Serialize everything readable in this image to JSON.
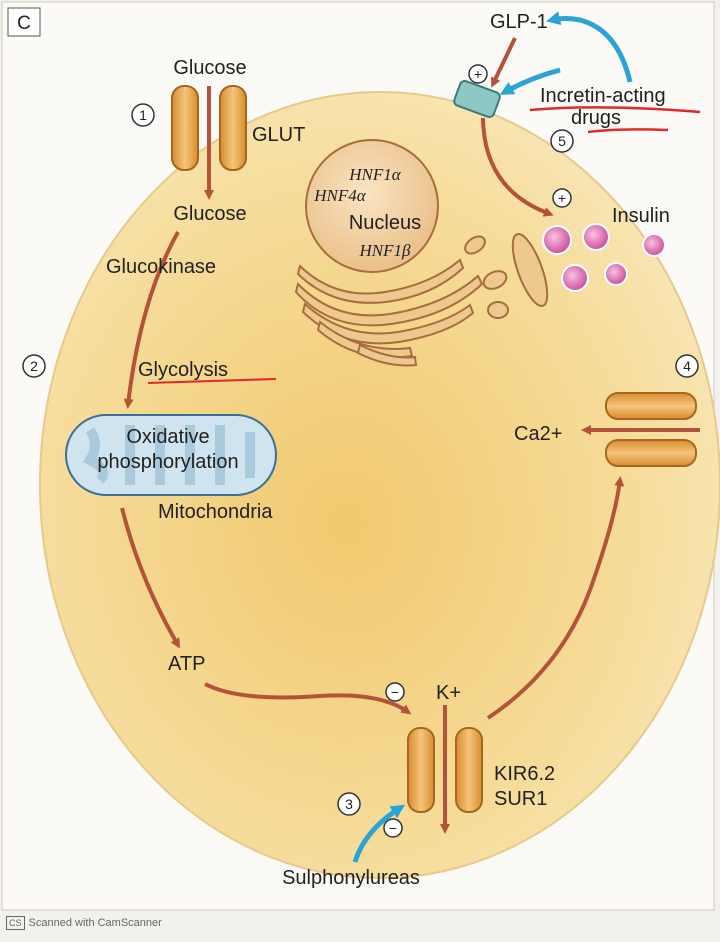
{
  "panel_letter": "C",
  "labels": {
    "glucose_top": "Glucose",
    "glut": "GLUT",
    "glucose_inside": "Glucose",
    "glucokinase": "Glucokinase",
    "glycolysis": "Glycolysis",
    "oxidative": "Oxidative",
    "phosphorylation": "phosphorylation",
    "mitochondria": "Mitochondria",
    "atp": "ATP",
    "k_plus": "K+",
    "kir": "KIR6.2",
    "sur": "SUR1",
    "sulphonylureas": "Sulphonylureas",
    "ca": "Ca2+",
    "insulin": "Insulin",
    "glp1": "GLP-1",
    "incretin_line1": "Incretin-acting",
    "incretin_line2": "drugs",
    "nucleus": "Nucleus",
    "hnf1a": "HNF1α",
    "hnf4a": "HNF4α",
    "hnf1b": "HNF1β"
  },
  "numbers": {
    "n1": "1",
    "n2": "2",
    "n3": "3",
    "n4": "4",
    "n5": "5"
  },
  "signs": {
    "plus_glp": "+",
    "plus_insulin": "+",
    "minus_katp": "−",
    "minus_sulpho": "−"
  },
  "footer": {
    "logo": "CS",
    "text": "Scanned with CamScanner"
  },
  "colors": {
    "cell_fill": "#f6dc9a",
    "arrow": "#b5533a",
    "channel": "#e3a44c",
    "mito": "#cfe4ef",
    "insulin": "#e07bb8",
    "blue_arrow": "#2aa3d6",
    "highlight": "#e02a2a"
  }
}
